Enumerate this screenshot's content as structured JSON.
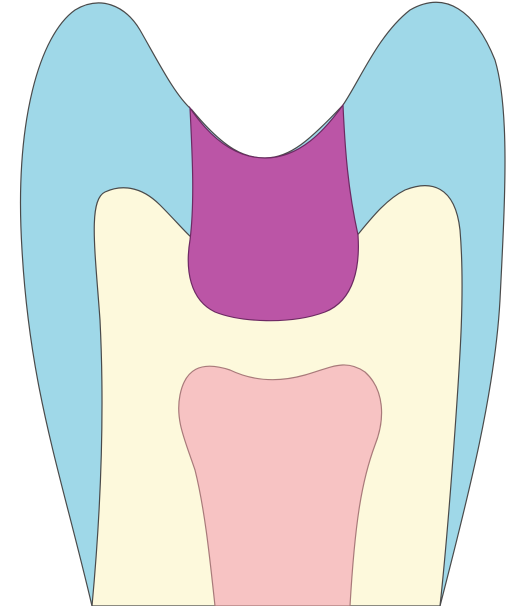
{
  "diagram": {
    "layers": [
      {
        "id": "enamel",
        "fill": "#9fd8e8",
        "stroke": "#4a4a4a"
      },
      {
        "id": "dentin",
        "fill": "#fdf9dc",
        "stroke": "#4a4a4a"
      },
      {
        "id": "filling",
        "fill": "#bb55a6",
        "stroke": "#6d2a63"
      },
      {
        "id": "pulp",
        "fill": "#f7c3c3",
        "stroke": "#a87a7a"
      }
    ]
  }
}
